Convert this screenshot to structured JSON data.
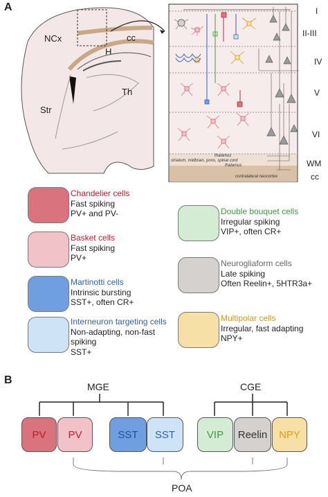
{
  "panel_a": {
    "letter": "A",
    "brain": {
      "ncx": "NCx",
      "cc": "cc",
      "h": "H",
      "th": "Th",
      "str": "Str"
    },
    "layers": [
      "I",
      "II-III",
      "IV",
      "V",
      "VI",
      "WM",
      "cc"
    ],
    "tract_labels": [
      "thalamus",
      "striatum, midbrain, pons, spinal cord",
      "thalamus",
      "contralateral neocortex"
    ]
  },
  "legend": [
    {
      "name": "Chandelier cells",
      "lines": [
        "Fast spiking",
        "PV+ and PV-"
      ],
      "color": "#d9737d",
      "title_color": "#b8202e"
    },
    {
      "name": "Basket cells",
      "lines": [
        "Fast spiking",
        "PV+"
      ],
      "color": "#f1c3c8",
      "title_color": "#b8202e"
    },
    {
      "name": "Martinotti cells",
      "lines": [
        "Intrinsic bursting",
        "SST+, often CR+"
      ],
      "color": "#6f9fe0",
      "title_color": "#2f61b5"
    },
    {
      "name": "Interneuron targeting cells",
      "lines": [
        "Non-adapting, non-fast",
        "spiking",
        "SST+"
      ],
      "color": "#cfe3f7",
      "title_color": "#2f61b5"
    },
    {
      "name": "Double bouquet cells",
      "lines": [
        "Irregular spiking",
        "VIP+, often CR+"
      ],
      "color": "#d4ecd3",
      "title_color": "#3f9a3c"
    },
    {
      "name": "Neurogliaform cells",
      "lines": [
        "Late spiking",
        "Often Reelin+, 5HTR3a+"
      ],
      "color": "#d4d1ce",
      "title_color": "#666"
    },
    {
      "name": "Multipolar cells",
      "lines": [
        "Irregular, fast adapting",
        "NPY+"
      ],
      "color": "#f7e0a6",
      "title_color": "#d39a14"
    }
  ],
  "panel_b": {
    "letter": "B",
    "mge": "MGE",
    "cge": "CGE",
    "poa": "POA",
    "boxes": [
      {
        "label": "PV",
        "color": "#d9737d",
        "text_color": "#b8202e"
      },
      {
        "label": "PV",
        "color": "#f1c3c8",
        "text_color": "#b8202e"
      },
      {
        "label": "SST",
        "color": "#6f9fe0",
        "text_color": "#1f4f9a"
      },
      {
        "label": "SST",
        "color": "#cfe3f7",
        "text_color": "#2f61b5"
      },
      {
        "label": "VIP",
        "color": "#d4ecd3",
        "text_color": "#3f9a3c"
      },
      {
        "label": "Reelin",
        "color": "#d4d1ce",
        "text_color": "#333"
      },
      {
        "label": "NPY",
        "color": "#f7e0a6",
        "text_color": "#e0a010"
      }
    ]
  }
}
